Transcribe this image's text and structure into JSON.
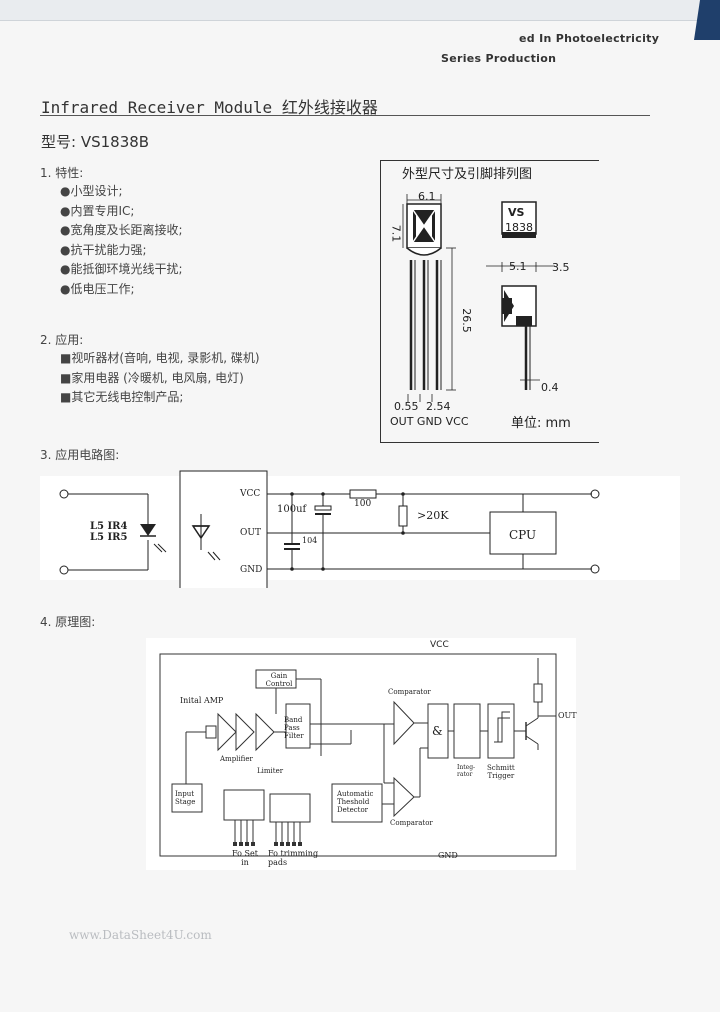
{
  "header": {
    "company_line1": "ed In Photoelectricity",
    "company_line2": "Series Production"
  },
  "title": "Infrared Receiver Module  红外线接收器",
  "model": "型号: VS1838B",
  "features": {
    "heading": "1.  特性:",
    "bullet": "●",
    "items": [
      "小型设计;",
      "内置专用IC;",
      "宽角度及长距离接收;",
      "抗干扰能力强;",
      "能抵御环境光线干扰;",
      "低电压工作;"
    ]
  },
  "applications": {
    "heading": "2.  应用:",
    "bullet": "■",
    "items": [
      "视听器材(音响, 电视, 录影机, 碟机)",
      "家用电器 (冷暖机, 电风扇, 电灯)",
      "其它无线电控制产品;"
    ]
  },
  "dimensions": {
    "heading": "外型尺寸及引脚排列图",
    "width": "6.1",
    "height": "7.1",
    "lead_length": "26.5",
    "side_width": "5.1",
    "side_depth": "3.5",
    "lead_thickness": "0.4",
    "lead_width": "0.55",
    "pitch": "2.54",
    "pins": "OUT GND VCC",
    "marking_top": "VS",
    "marking_bottom": "1838",
    "unit": "单位: mm"
  },
  "app_circuit": {
    "heading": "3.  应用电路图:",
    "input_line1": "L5  IR4",
    "input_line2": "L5  IR5",
    "pin_vcc": "VCC",
    "pin_out": "OUT",
    "pin_gnd": "GND",
    "cap_electrolytic": "100uf",
    "cap_ceramic": "104",
    "resistor_series": "100",
    "resistor_pullup": ">20K",
    "cpu": "CPU"
  },
  "block_diagram": {
    "heading": "4.  原理图:",
    "vcc": "VCC",
    "gnd": "GND",
    "out": "OUT",
    "initial_amp": "Inital AMP",
    "gain_control_1": "Gain",
    "gain_control_2": "Control",
    "amplifier": "Amplifier",
    "band_pass_1": "Band",
    "band_pass_2": "Pass",
    "band_pass_3": "Filter",
    "limiter": "Limiter",
    "comparator_top": "Comparator",
    "comparator_bottom": "Comparator",
    "and_gate": "&",
    "integrator_1": "Integ-",
    "integrator_2": "rator",
    "schmitt_1": "Schmitt",
    "schmitt_2": "Trigger",
    "atd_1": "Automatic",
    "atd_2": "Theshold",
    "atd_3": "Detector",
    "input_stage_1": "Input",
    "input_stage_2": "Stage",
    "fo_set_1": "Fo Set",
    "fo_set_2": "in",
    "fo_trim_1": "Fo trimming",
    "fo_trim_2": "pads"
  },
  "watermark": "www.DataSheet4U.com"
}
